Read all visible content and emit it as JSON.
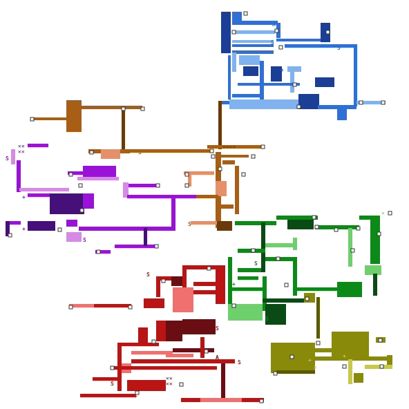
{
  "map": {
    "background": "#ffffff",
    "regions": [
      {
        "name": "blue",
        "color": "#2f6fd8",
        "light": "#7fb2ee",
        "dark": "#1b3f96"
      },
      {
        "name": "orange",
        "color": "#a85e14",
        "light": "#e6906a",
        "dark": "#6a3a0c"
      },
      {
        "name": "purple",
        "color": "#9a12d8",
        "light": "#d68ae6",
        "dark": "#46107a"
      },
      {
        "name": "green",
        "color": "#0b8a18",
        "light": "#6ed06a",
        "dark": "#0a4a14"
      },
      {
        "name": "red",
        "color": "#bb1414",
        "light": "#f07070",
        "dark": "#6a0e14"
      },
      {
        "name": "olive",
        "color": "#8a8a0a",
        "light": "#c8c84a",
        "dark": "#5a5a06"
      }
    ],
    "markers": {
      "save": "S",
      "item": "+",
      "blocked": "✕",
      "door": "□"
    },
    "save_points": [
      {
        "region": "blue",
        "label": "S"
      },
      {
        "region": "blue",
        "label": "S"
      },
      {
        "region": "blue",
        "label": "S"
      },
      {
        "region": "orange",
        "label": "S"
      },
      {
        "region": "orange",
        "label": "S"
      },
      {
        "region": "purple",
        "label": "S"
      },
      {
        "region": "purple",
        "label": "S"
      },
      {
        "region": "green",
        "label": "S"
      },
      {
        "region": "green",
        "label": "S"
      },
      {
        "region": "red",
        "label": "S"
      },
      {
        "region": "red",
        "label": "S"
      },
      {
        "region": "red",
        "label": "S"
      },
      {
        "region": "red",
        "label": "S"
      }
    ],
    "letter_markers": [
      "A",
      "A"
    ]
  }
}
